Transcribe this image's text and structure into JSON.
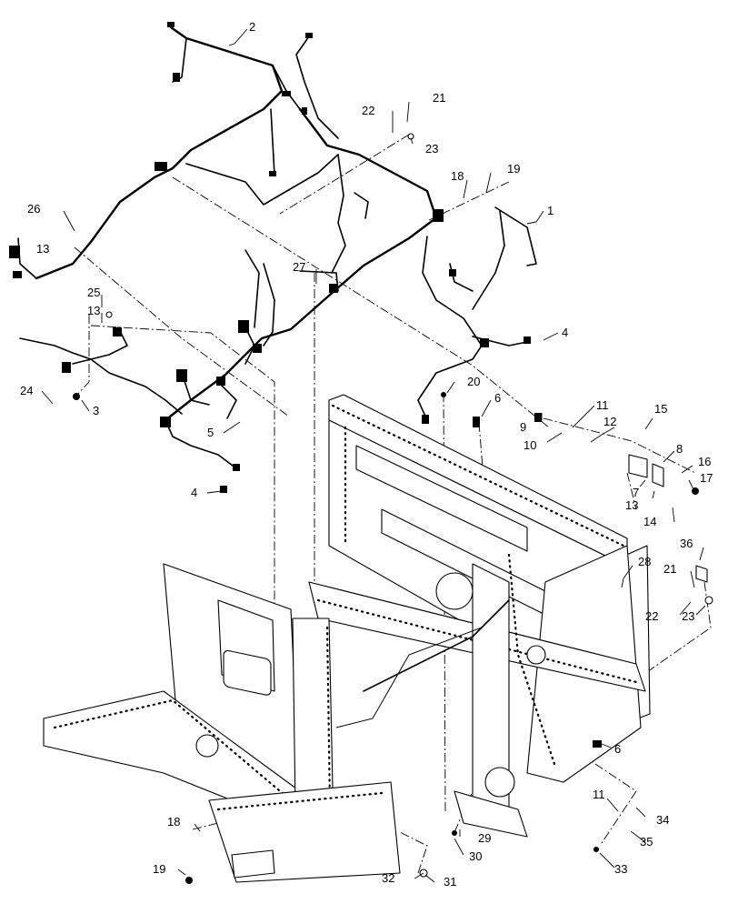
{
  "callouts": [
    {
      "id": "c-2",
      "text": "2"
    },
    {
      "id": "c-1",
      "text": "1"
    },
    {
      "id": "c-22a",
      "text": "22"
    },
    {
      "id": "c-21a",
      "text": "21"
    },
    {
      "id": "c-23a",
      "text": "23"
    },
    {
      "id": "c-18a",
      "text": "18"
    },
    {
      "id": "c-19a",
      "text": "19"
    },
    {
      "id": "c-26",
      "text": "26"
    },
    {
      "id": "c-13a",
      "text": "13"
    },
    {
      "id": "c-27",
      "text": "27"
    },
    {
      "id": "c-25",
      "text": "25"
    },
    {
      "id": "c-13b",
      "text": "13"
    },
    {
      "id": "c-4a",
      "text": "4"
    },
    {
      "id": "c-20",
      "text": "20"
    },
    {
      "id": "c-6a",
      "text": "6"
    },
    {
      "id": "c-24",
      "text": "24"
    },
    {
      "id": "c-3",
      "text": "3"
    },
    {
      "id": "c-5",
      "text": "5"
    },
    {
      "id": "c-11a",
      "text": "11"
    },
    {
      "id": "c-9",
      "text": "9"
    },
    {
      "id": "c-12",
      "text": "12"
    },
    {
      "id": "c-15",
      "text": "15"
    },
    {
      "id": "c-10",
      "text": "10"
    },
    {
      "id": "c-8",
      "text": "8"
    },
    {
      "id": "c-16",
      "text": "16"
    },
    {
      "id": "c-7",
      "text": "7"
    },
    {
      "id": "c-17",
      "text": "17"
    },
    {
      "id": "c-13c",
      "text": "13"
    },
    {
      "id": "c-14",
      "text": "14"
    },
    {
      "id": "c-4b",
      "text": "4"
    },
    {
      "id": "c-28",
      "text": "28"
    },
    {
      "id": "c-36",
      "text": "36"
    },
    {
      "id": "c-21b",
      "text": "21"
    },
    {
      "id": "c-22b",
      "text": "22"
    },
    {
      "id": "c-23b",
      "text": "23"
    },
    {
      "id": "c-6b",
      "text": "6"
    },
    {
      "id": "c-11b",
      "text": "11"
    },
    {
      "id": "c-34",
      "text": "34"
    },
    {
      "id": "c-35",
      "text": "35"
    },
    {
      "id": "c-18b",
      "text": "18"
    },
    {
      "id": "c-29",
      "text": "29"
    },
    {
      "id": "c-30",
      "text": "30"
    },
    {
      "id": "c-19b",
      "text": "19"
    },
    {
      "id": "c-32",
      "text": "32"
    },
    {
      "id": "c-31",
      "text": "31"
    },
    {
      "id": "c-33",
      "text": "33"
    }
  ]
}
